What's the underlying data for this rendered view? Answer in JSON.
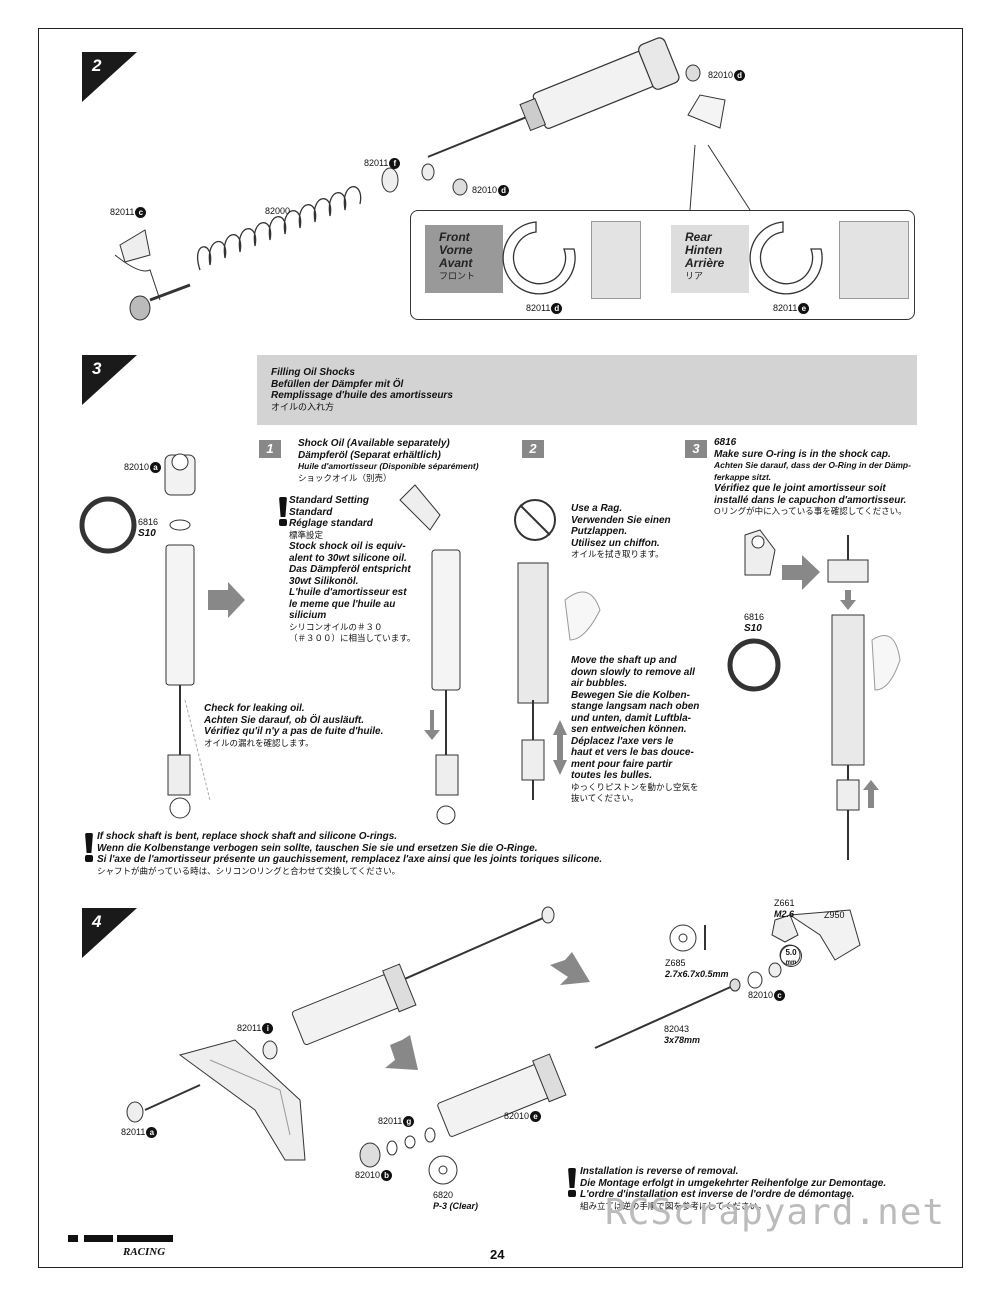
{
  "page": {
    "number": "24"
  },
  "step2": {
    "badge": "2",
    "labels": {
      "l1": "82010",
      "l1c": "d",
      "l2": "82011",
      "l2c": "f",
      "l3": "82010",
      "l3c": "d",
      "l4": "82000",
      "l5": "82011",
      "l5c": "c"
    },
    "callout": {
      "front": [
        "Front",
        "Vorne",
        "Avant"
      ],
      "front_jp": "フロント",
      "rear": [
        "Rear",
        "Hinten",
        "Arrière"
      ],
      "rear_jp": "リア",
      "front_part": "82011",
      "front_part_c": "d",
      "rear_part": "82011",
      "rear_part_c": "e"
    }
  },
  "step3": {
    "badge": "3",
    "header": [
      "Filling Oil Shocks",
      "Befüllen der Dämpfer mit Öl",
      "Remplissage d'huile des amortisseurs"
    ],
    "header_jp": "オイルの入れ方",
    "labels": {
      "p1": "82010",
      "p1c": "a",
      "p2a": "6816",
      "p2b": "S10"
    },
    "check_leak": [
      "Check for leaking oil.",
      "Achten Sie darauf, ob Öl ausläuft.",
      "Vérifiez qu'il n'y a pas de fuite d'huile."
    ],
    "check_leak_jp": "オイルの漏れを確認します。",
    "sub1": {
      "num": "1",
      "title": [
        "Shock Oil (Available separately)",
        "Dämpferöl (Separat erhältlich)"
      ],
      "title_small": "Huile d'amortisseur (Disponible séparément)",
      "title_jp": "ショックオイル（別売）",
      "std": [
        "Standard Setting",
        "Standard",
        "Réglage standard"
      ],
      "std_jp": "標準設定",
      "body": [
        "Stock shock oil is equiv-",
        "alent to 30wt silicone oil.",
        "Das Dämpferöl entspricht",
        "30wt Silikonöl.",
        "L'huile d'amortisseur est",
        "le meme que l'huile au",
        "silicium"
      ],
      "body_jp": [
        "シリコンオイルの＃３０",
        "（＃３００）に相当しています。"
      ]
    },
    "sub2": {
      "num": "2",
      "rag": [
        "Use a Rag.",
        "Verwenden Sie einen",
        "Putzlappen.",
        "Utilisez un chiffon."
      ],
      "rag_jp": "オイルを拭き取ります。",
      "move": [
        "Move the shaft up and",
        "down slowly to remove all",
        "air bubbles.",
        "Bewegen Sie die Kolben-",
        "stange langsam nach oben",
        "und unten, damit Luftbla-",
        "sen entweichen können.",
        "Déplacez l'axe vers le",
        "haut et vers le bas douce-",
        "ment pour faire partir",
        "toutes les bulles."
      ],
      "move_jp": [
        "ゆっくりピストンを動かし空気を",
        "抜いてください。"
      ]
    },
    "sub3": {
      "num": "3",
      "part": "6816",
      "line1": "Make sure O-ring is in the shock cap.",
      "line2": [
        "Achten Sie darauf, dass der O-Ring in der Dämp-",
        "ferkappe sitzt."
      ],
      "line3": [
        "Vérifiez que le joint amortisseur soit",
        "installé dans le capuchon d'amortisseur."
      ],
      "jp": "Oリングが中に入っている事を確認してください。",
      "label_a": "6816",
      "label_b": "S10"
    },
    "bent": [
      "If shock shaft is bent, replace shock shaft and silicone O-rings.",
      "Wenn die Kolbenstange verbogen sein sollte, tauschen Sie sie und ersetzen Sie die O-Ringe.",
      "Si l'axe de l'amortisseur présente un gauchissement, remplacez l'axe ainsi que les joints toriques silicone."
    ],
    "bent_jp": "シャフトが曲がっている時は、シリコンOリングと合わせて交換してください。"
  },
  "step4": {
    "badge": "4",
    "labels": {
      "z661": "Z661",
      "m26": "M2.6",
      "z950": "Z950",
      "z685": "Z685",
      "z685s": "2.7x6.7x0.5mm",
      "tool": "5.0",
      "tool_u": "mm",
      "p82010c": "82010",
      "p82010c_c": "c",
      "p82043": "82043",
      "p82043s": "3x78mm",
      "p82011i": "82011",
      "p82011i_c": "i",
      "p82011a": "82011",
      "p82011a_c": "a",
      "p82011g": "82011",
      "p82011g_c": "g",
      "p82010e": "82010",
      "p82010e_c": "e",
      "p82010b": "82010",
      "p82010b_c": "b",
      "p6820": "6820",
      "p6820s": "P-3 (Clear)"
    },
    "reverse": [
      "Installation is reverse of removal.",
      "Die Montage erfolgt in umgekehrter Reihenfolge zur Demontage.",
      "L'ordre d'installation est inverse de l'ordre de démontage."
    ],
    "reverse_jp": "組み立ては逆の手順で図を参考にしてください。"
  },
  "watermark": "RCScrapyard.net",
  "colors": {
    "header_gray": "#d3d3d3",
    "arrow_gray": "#888888",
    "front_gray": "#999999"
  }
}
